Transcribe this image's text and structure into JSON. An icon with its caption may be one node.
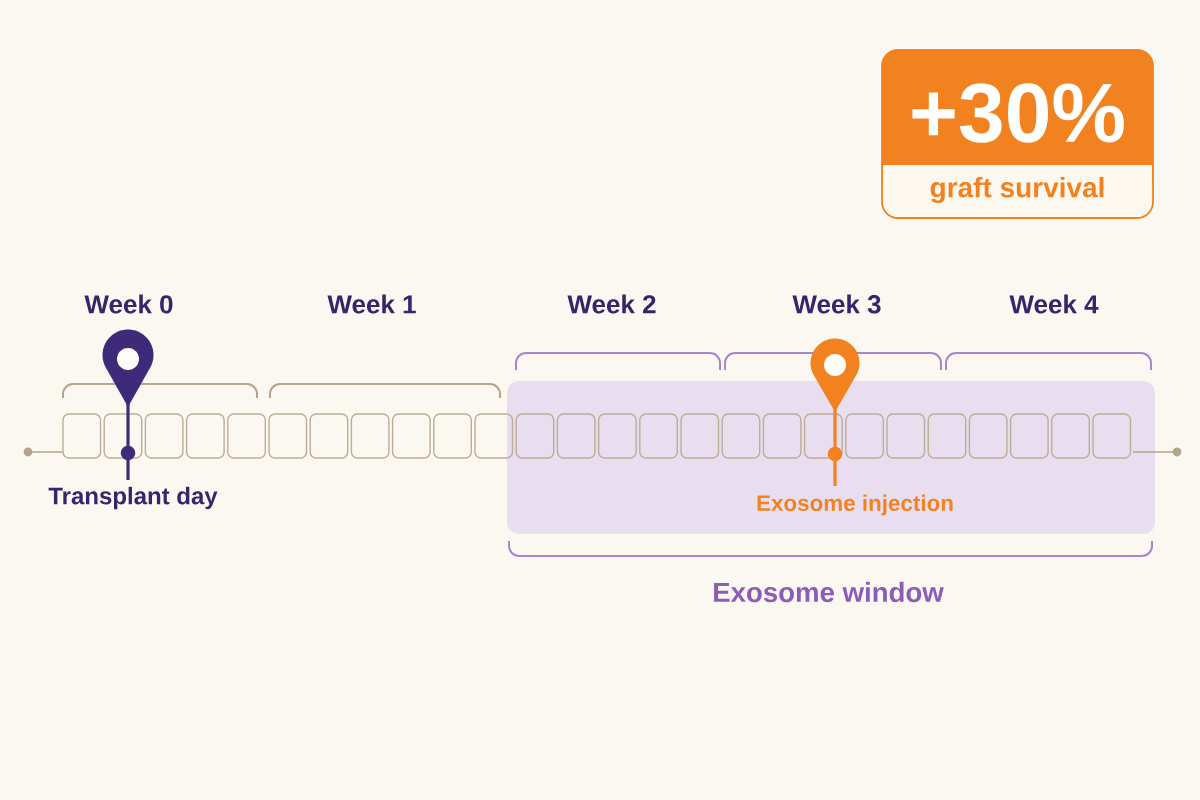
{
  "diagram": {
    "nodes": [
      {
        "text": [
          "+30%",
          "graft survival"
        ]
      }
    ],
    "labels": [
      "Week 0",
      "Week 1",
      "Week 2",
      "Week 3",
      "Week 4",
      "Transplant day",
      "Exosome injection",
      "Exosome window"
    ]
  }
}
